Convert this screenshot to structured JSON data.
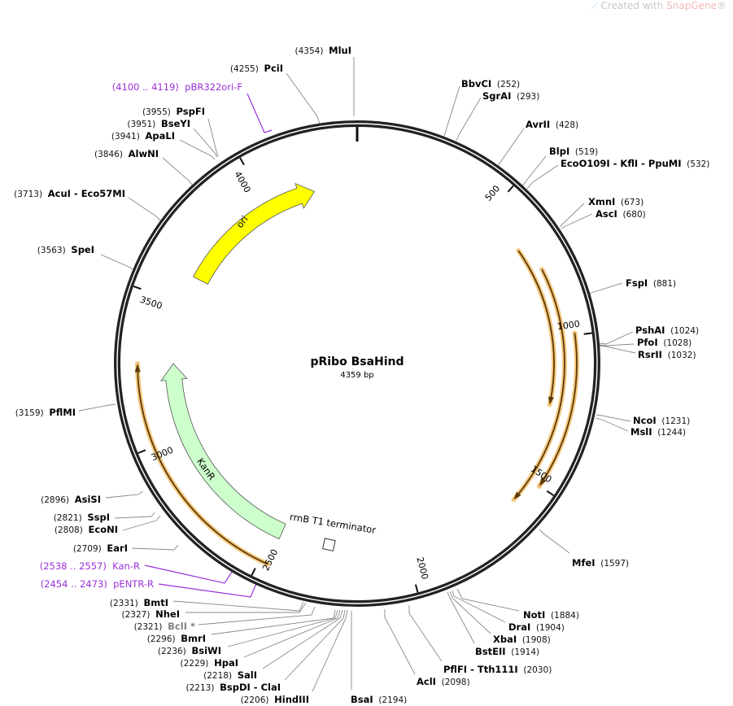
{
  "watermark": {
    "prefix": "Created with ",
    "brand": "SnapGene",
    "suffix": "®"
  },
  "plasmid": {
    "name": "pRibo BsaHind",
    "length_label": "4359 bp",
    "length": 4359
  },
  "colors": {
    "backbone": "#222222",
    "ori": "#ffff00",
    "kanr": "#ccffcc",
    "orange_halo": "#f6c97f",
    "orange_line": "#5b3a0a",
    "primer": "#9b30d9",
    "gray_site": "#808080"
  },
  "ticks": [
    500,
    1000,
    1500,
    2000,
    2500,
    3000,
    3500,
    4000
  ],
  "features": [
    {
      "name": "ori",
      "start": 3608,
      "end": 4190
    },
    {
      "name": "KanR",
      "start": 2470,
      "end": 3269
    },
    {
      "name": "rrnB T1 terminator"
    }
  ],
  "primers": [
    {
      "range": "(4100 .. 4119)",
      "name": "pBR322ori-F"
    },
    {
      "range": "(2538 .. 2557)",
      "name": "Kan-R"
    },
    {
      "range": "(2454 .. 2473)",
      "name": "pENTR-R"
    }
  ],
  "sites": [
    {
      "name": "MluI",
      "pos": "(4354)"
    },
    {
      "name": "PciI",
      "pos": "(4255)"
    },
    {
      "name": "PspFI",
      "pos": "(3955)"
    },
    {
      "name": "BseYI",
      "pos": "(3951)"
    },
    {
      "name": "ApaLI",
      "pos": "(3941)"
    },
    {
      "name": "AlwNI",
      "pos": "(3846)"
    },
    {
      "name": "AcuI  - Eco57MI",
      "pos": "(3713)"
    },
    {
      "name": "SpeI",
      "pos": "(3563)"
    },
    {
      "name": "PflMI",
      "pos": "(3159)"
    },
    {
      "name": "AsiSI",
      "pos": "(2896)"
    },
    {
      "name": "SspI",
      "pos": "(2821)"
    },
    {
      "name": "EcoNI",
      "pos": "(2808)"
    },
    {
      "name": "EarI",
      "pos": "(2709)"
    },
    {
      "name": "BmtI",
      "pos": "(2331)"
    },
    {
      "name": "NheI",
      "pos": "(2327)"
    },
    {
      "name": "BclI *",
      "pos": "(2321)",
      "gray": true
    },
    {
      "name": "BmrI",
      "pos": "(2296)"
    },
    {
      "name": "BsiWI",
      "pos": "(2236)"
    },
    {
      "name": "HpaI",
      "pos": "(2229)"
    },
    {
      "name": "SalI",
      "pos": "(2218)"
    },
    {
      "name": "BspDI  - ClaI",
      "pos": "(2213)"
    },
    {
      "name": "HindIII",
      "pos": "(2206)"
    },
    {
      "name": "BsaI",
      "pos": "(2194)"
    },
    {
      "name": "AclI",
      "pos": "(2098)"
    },
    {
      "name": "PflFI  - Tth111I",
      "pos": "(2030)"
    },
    {
      "name": "BstEII",
      "pos": "(1914)"
    },
    {
      "name": "XbaI",
      "pos": "(1908)"
    },
    {
      "name": "DraI",
      "pos": "(1904)"
    },
    {
      "name": "NotI",
      "pos": "(1884)"
    },
    {
      "name": "MfeI",
      "pos": "(1597)"
    },
    {
      "name": "MslI",
      "pos": "(1244)"
    },
    {
      "name": "NcoI",
      "pos": "(1231)"
    },
    {
      "name": "RsrII",
      "pos": "(1032)"
    },
    {
      "name": "PfoI",
      "pos": "(1028)"
    },
    {
      "name": "PshAI",
      "pos": "(1024)"
    },
    {
      "name": "FspI",
      "pos": "(881)"
    },
    {
      "name": "AscI",
      "pos": "(680)"
    },
    {
      "name": "XmnI",
      "pos": "(673)"
    },
    {
      "name": "EcoO109I  - KflI  - PpuMI",
      "pos": "(532)"
    },
    {
      "name": "BlpI",
      "pos": "(519)"
    },
    {
      "name": "AvrII",
      "pos": "(428)"
    },
    {
      "name": "SgrAI",
      "pos": "(293)"
    },
    {
      "name": "BbvCI",
      "pos": "(252)"
    }
  ]
}
